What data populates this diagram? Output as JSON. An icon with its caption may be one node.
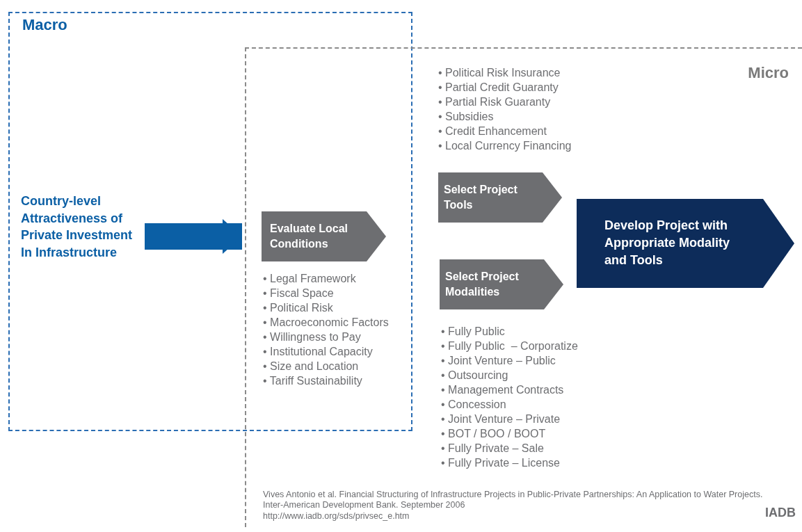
{
  "diagram": {
    "nodes": [
      {
        "text": [
          "Macro"
        ]
      },
      {
        "text": [
          "Micro"
        ]
      },
      {
        "text": [
          "Country-level Attractiveness of Private Investment In Infrastructure"
        ],
        "in": 0
      },
      {
        "text": [
          "Evaluate Local Conditions"
        ],
        "beside": [
          "• Legal Framework",
          "• Fiscal Space",
          "• Political Risk",
          "• Macroeconomic Factors",
          "• Willingness to Pay",
          "• Institutional Capacity",
          "• Size and Location",
          "• Tariff Sustainability"
        ]
      },
      {
        "text": [
          "Select Project Tools"
        ],
        "in": 1,
        "beside": [
          "• Political Risk Insurance",
          "• Partial Credit Guaranty",
          "• Partial Risk Guaranty",
          "• Subsidies",
          "• Credit Enhancement",
          "• Local Currency Financing"
        ]
      },
      {
        "text": [
          "Select Project Modalities"
        ],
        "in": 1,
        "beside": [
          "• Fully Public",
          "• Fully Public  – Corporatize",
          "• Joint Venture – Public",
          "• Outsourcing",
          "• Management Contracts",
          "• Concession",
          "• Joint Venture – Private",
          "• BOT / BOO / BOOT",
          "• Fully Private – Sale",
          "• Fully Private – License"
        ]
      },
      {
        "text": [
          "Develop Project with Appropriate Modality and Tools"
        ],
        "in": 1
      }
    ],
    "edges": [
      {
        "from": 2,
        "to": 3,
        "arrow": "to"
      }
    ],
    "labels": [
      "Vives Antonio et al. Financial Structuring of Infrastructure Projects in Public-Private Partnerships: An Application to Water Projects.",
      "Inter-American Development Bank. September 2006",
      "http://www.iadb.org/sds/privsec_e.htm",
      "IADB"
    ]
  }
}
